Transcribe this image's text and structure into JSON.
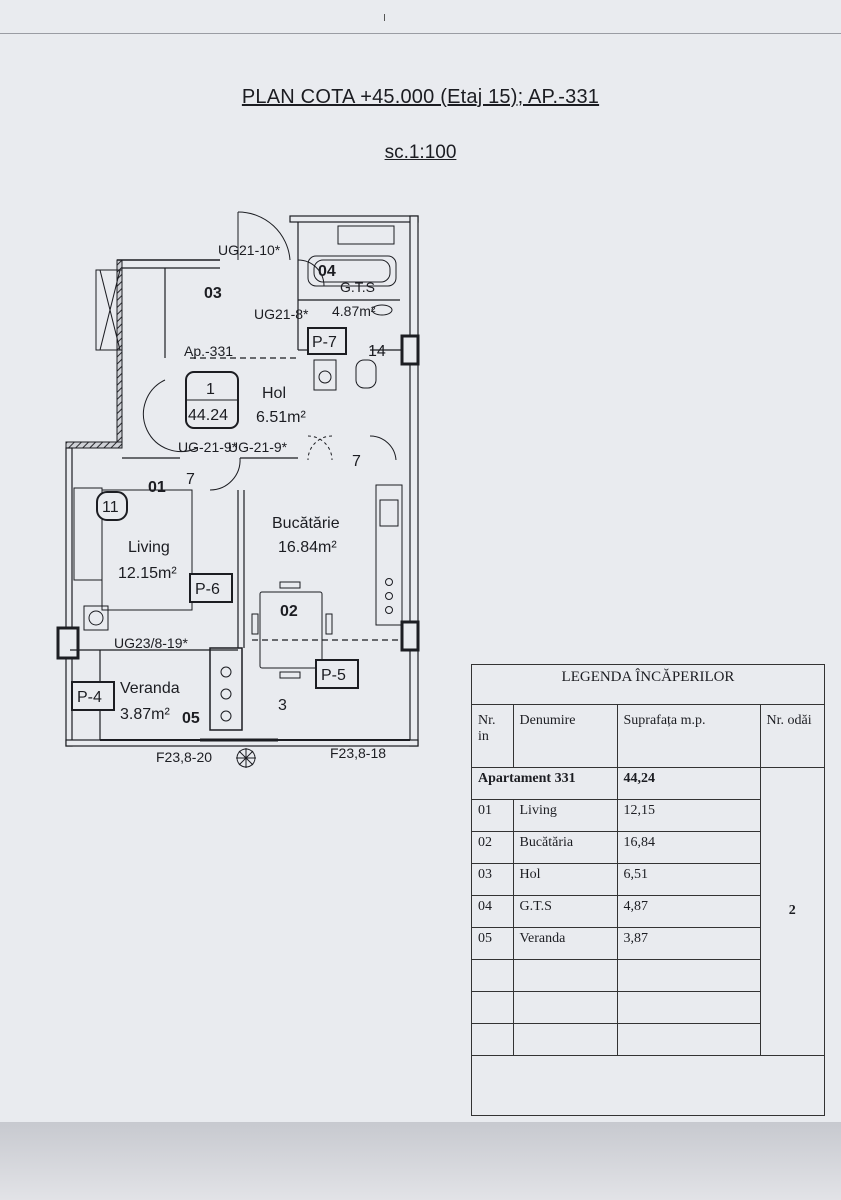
{
  "header": {
    "title": "PLAN COTA +45.000 (Etaj 15); AP.-331",
    "scale": "sc.1:100"
  },
  "plan": {
    "apartment_tag": "Ap.-331",
    "apartment_badge_number": "1",
    "apartment_badge_area": "44.24",
    "living_badge": "11",
    "rooms": [
      {
        "number": "01",
        "name": "Living",
        "area": "12.15m²",
        "door": "7"
      },
      {
        "number": "02",
        "name": "Bucătărie",
        "area": "16.84m²"
      },
      {
        "number": "03",
        "name": "Hol",
        "area": "6.51m²"
      },
      {
        "number": "04",
        "name": "G.T.S",
        "area": "4.87m²"
      },
      {
        "number": "05",
        "name": "Veranda",
        "area": "3.87m²"
      }
    ],
    "door_labels": [
      "UG21-10*",
      "UG21-8*",
      "UG-21-9*",
      "UG-21-9*",
      "UG23/8-19*"
    ],
    "window_labels": [
      "F23,8-20",
      "F23,8-18"
    ],
    "panels": [
      "P-7",
      "P-6",
      "P-5",
      "P-4"
    ],
    "numbers": [
      "14",
      "7",
      "3"
    ]
  },
  "legend": {
    "title": "LEGENDA ÎNCĂPERILOR",
    "headers": {
      "nr": "Nr. in",
      "name": "Denumire",
      "area": "Suprafața m.p.",
      "rooms": "Nr. odăi"
    },
    "apartment": {
      "label": "Apartament 331",
      "area": "44,24",
      "rooms": "2"
    },
    "rows": [
      {
        "nr": "01",
        "name": "Living",
        "area": "12,15"
      },
      {
        "nr": "02",
        "name": "Bucătăria",
        "area": "16,84"
      },
      {
        "nr": "03",
        "name": "Hol",
        "area": "6,51"
      },
      {
        "nr": "04",
        "name": "G.T.S",
        "area": "4,87"
      },
      {
        "nr": "05",
        "name": "Veranda",
        "area": "3,87"
      }
    ]
  }
}
